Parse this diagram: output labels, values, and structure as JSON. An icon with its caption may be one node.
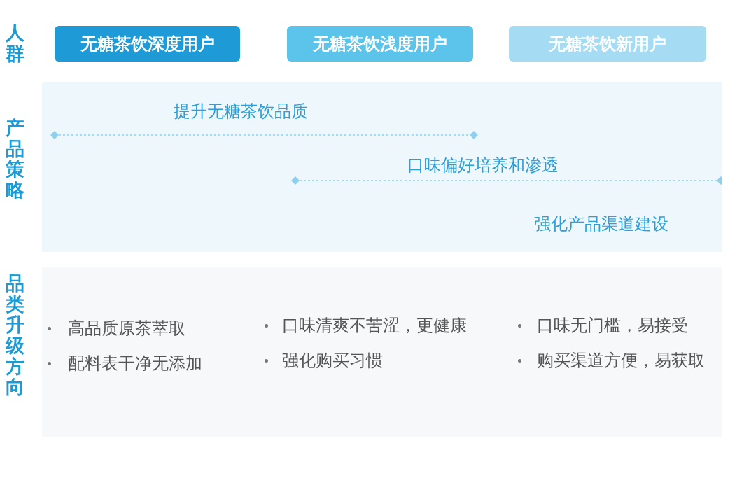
{
  "diagram": {
    "nodes": [
      {
        "text": [
          "无糖茶饮深度用户"
        ]
      },
      {
        "text": [
          "无糖茶饮浅度用户"
        ]
      },
      {
        "text": [
          "无糖茶饮新用户"
        ]
      },
      {
        "text": [
          "提升无糖茶饮品质",
          "口味偏好培养和渗透",
          "强化产品渠道建设"
        ]
      },
      {
        "text": [
          "高品质原茶萃取",
          "配料表干净无添加",
          "口味清爽不苦涩，更健康",
          "强化购买习惯",
          "口味无门槛，易接受",
          "购买渠道方便，易获取"
        ]
      }
    ],
    "labels": [
      "人群",
      "产品策略",
      "品类升级方向"
    ]
  }
}
